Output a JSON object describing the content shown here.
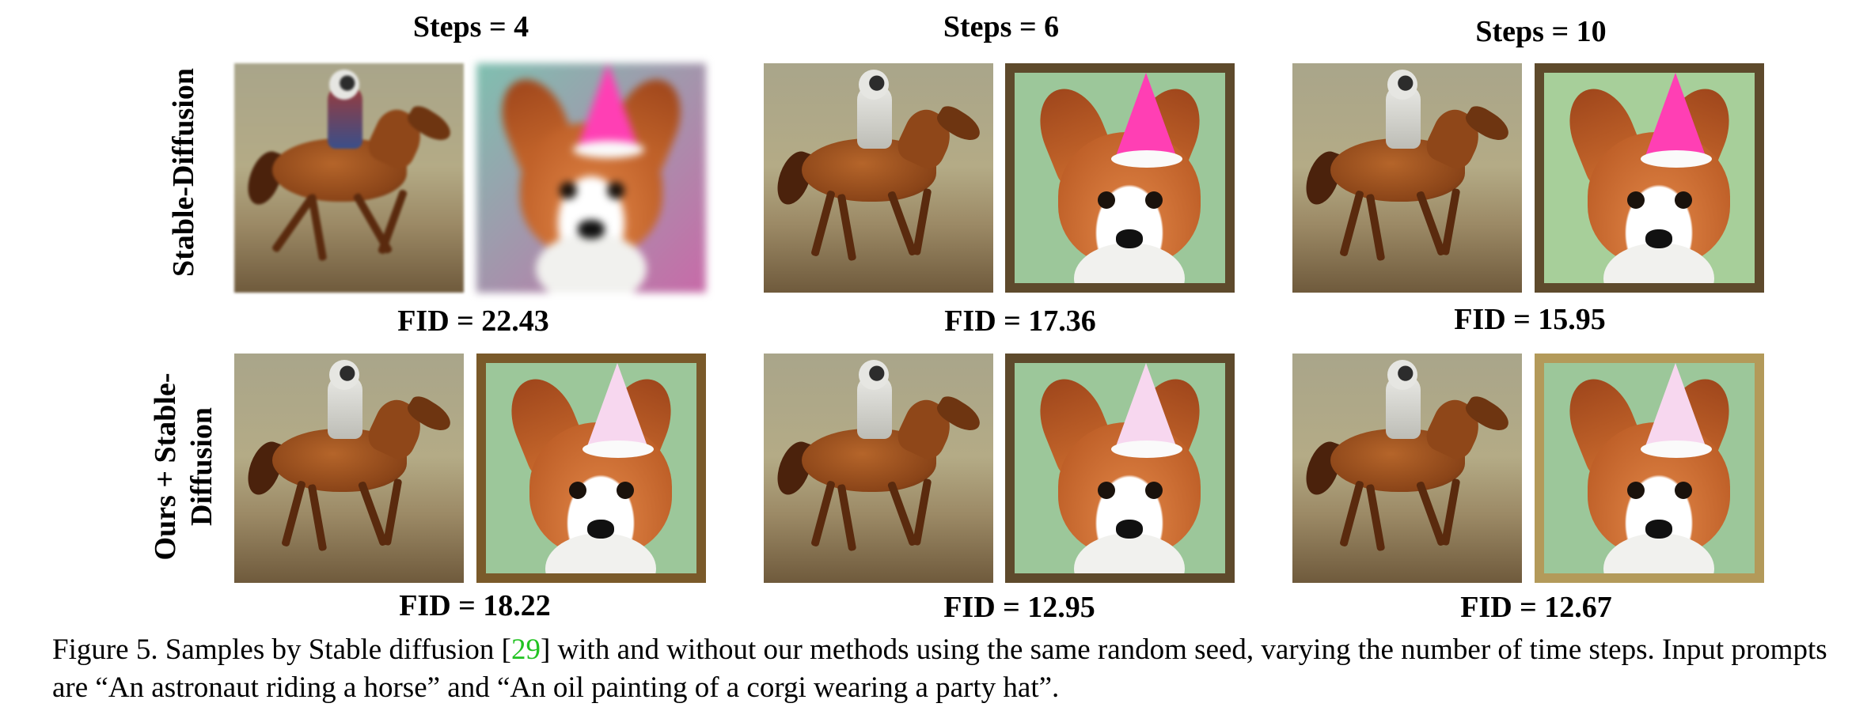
{
  "columns": [
    {
      "title": "Steps = 4"
    },
    {
      "title": "Steps = 6"
    },
    {
      "title": "Steps = 10"
    }
  ],
  "rows": [
    {
      "label_lines": [
        "Stable-Diffusion"
      ],
      "fids": [
        "FID = 22.43",
        "FID = 17.36",
        "FID = 15.95"
      ]
    },
    {
      "label_lines": [
        "Ours + Stable-",
        "Diffusion"
      ],
      "fids": [
        "FID = 18.22",
        "FID = 12.95",
        "FID = 12.67"
      ]
    }
  ],
  "caption": {
    "before_ref": "Figure 5. Samples by Stable diffusion [",
    "ref": "29",
    "after_ref": "] with and without our methods using the same random seed, varying the number of time steps. Input prompts are “An astronaut riding a horse” and “An oil painting of a corgi wearing a party hat”.",
    "ref_color": "#22c322"
  }
}
